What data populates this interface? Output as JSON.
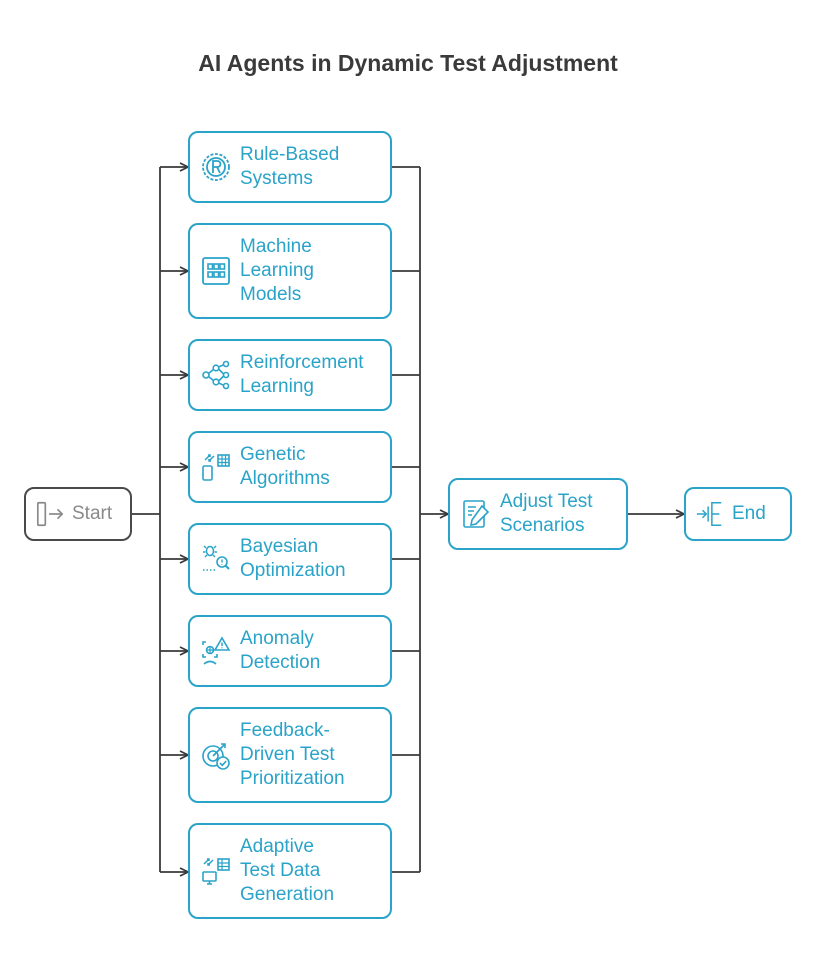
{
  "title": "AI Agents in Dynamic Test Adjustment",
  "colors": {
    "accent": "#2aa3c9",
    "connector": "#3a3a3a",
    "start_border": "#4a4a4a",
    "start_text": "#8a8a8a"
  },
  "start": {
    "label": "Start",
    "icon": "door-arrow-icon"
  },
  "approaches": [
    {
      "label": "Rule-Based\nSystems",
      "icon": "rule-badge-icon"
    },
    {
      "label": "Machine\nLearning\nModels",
      "icon": "grid-model-icon"
    },
    {
      "label": "Reinforcement\nLearning",
      "icon": "network-nodes-icon"
    },
    {
      "label": "Genetic\nAlgorithms",
      "icon": "device-swap-icon"
    },
    {
      "label": "Bayesian\nOptimization",
      "icon": "bug-search-icon"
    },
    {
      "label": "Anomaly\nDetection",
      "icon": "alert-scan-icon"
    },
    {
      "label": "Feedback-\nDriven Test\nPrioritization",
      "icon": "target-check-icon"
    },
    {
      "label": "Adaptive\nTest Data\nGeneration",
      "icon": "monitor-sync-icon"
    }
  ],
  "adjust": {
    "label": "Adjust Test\nScenarios",
    "icon": "clipboard-edit-icon"
  },
  "end": {
    "label": "End",
    "icon": "bracket-arrow-icon"
  }
}
